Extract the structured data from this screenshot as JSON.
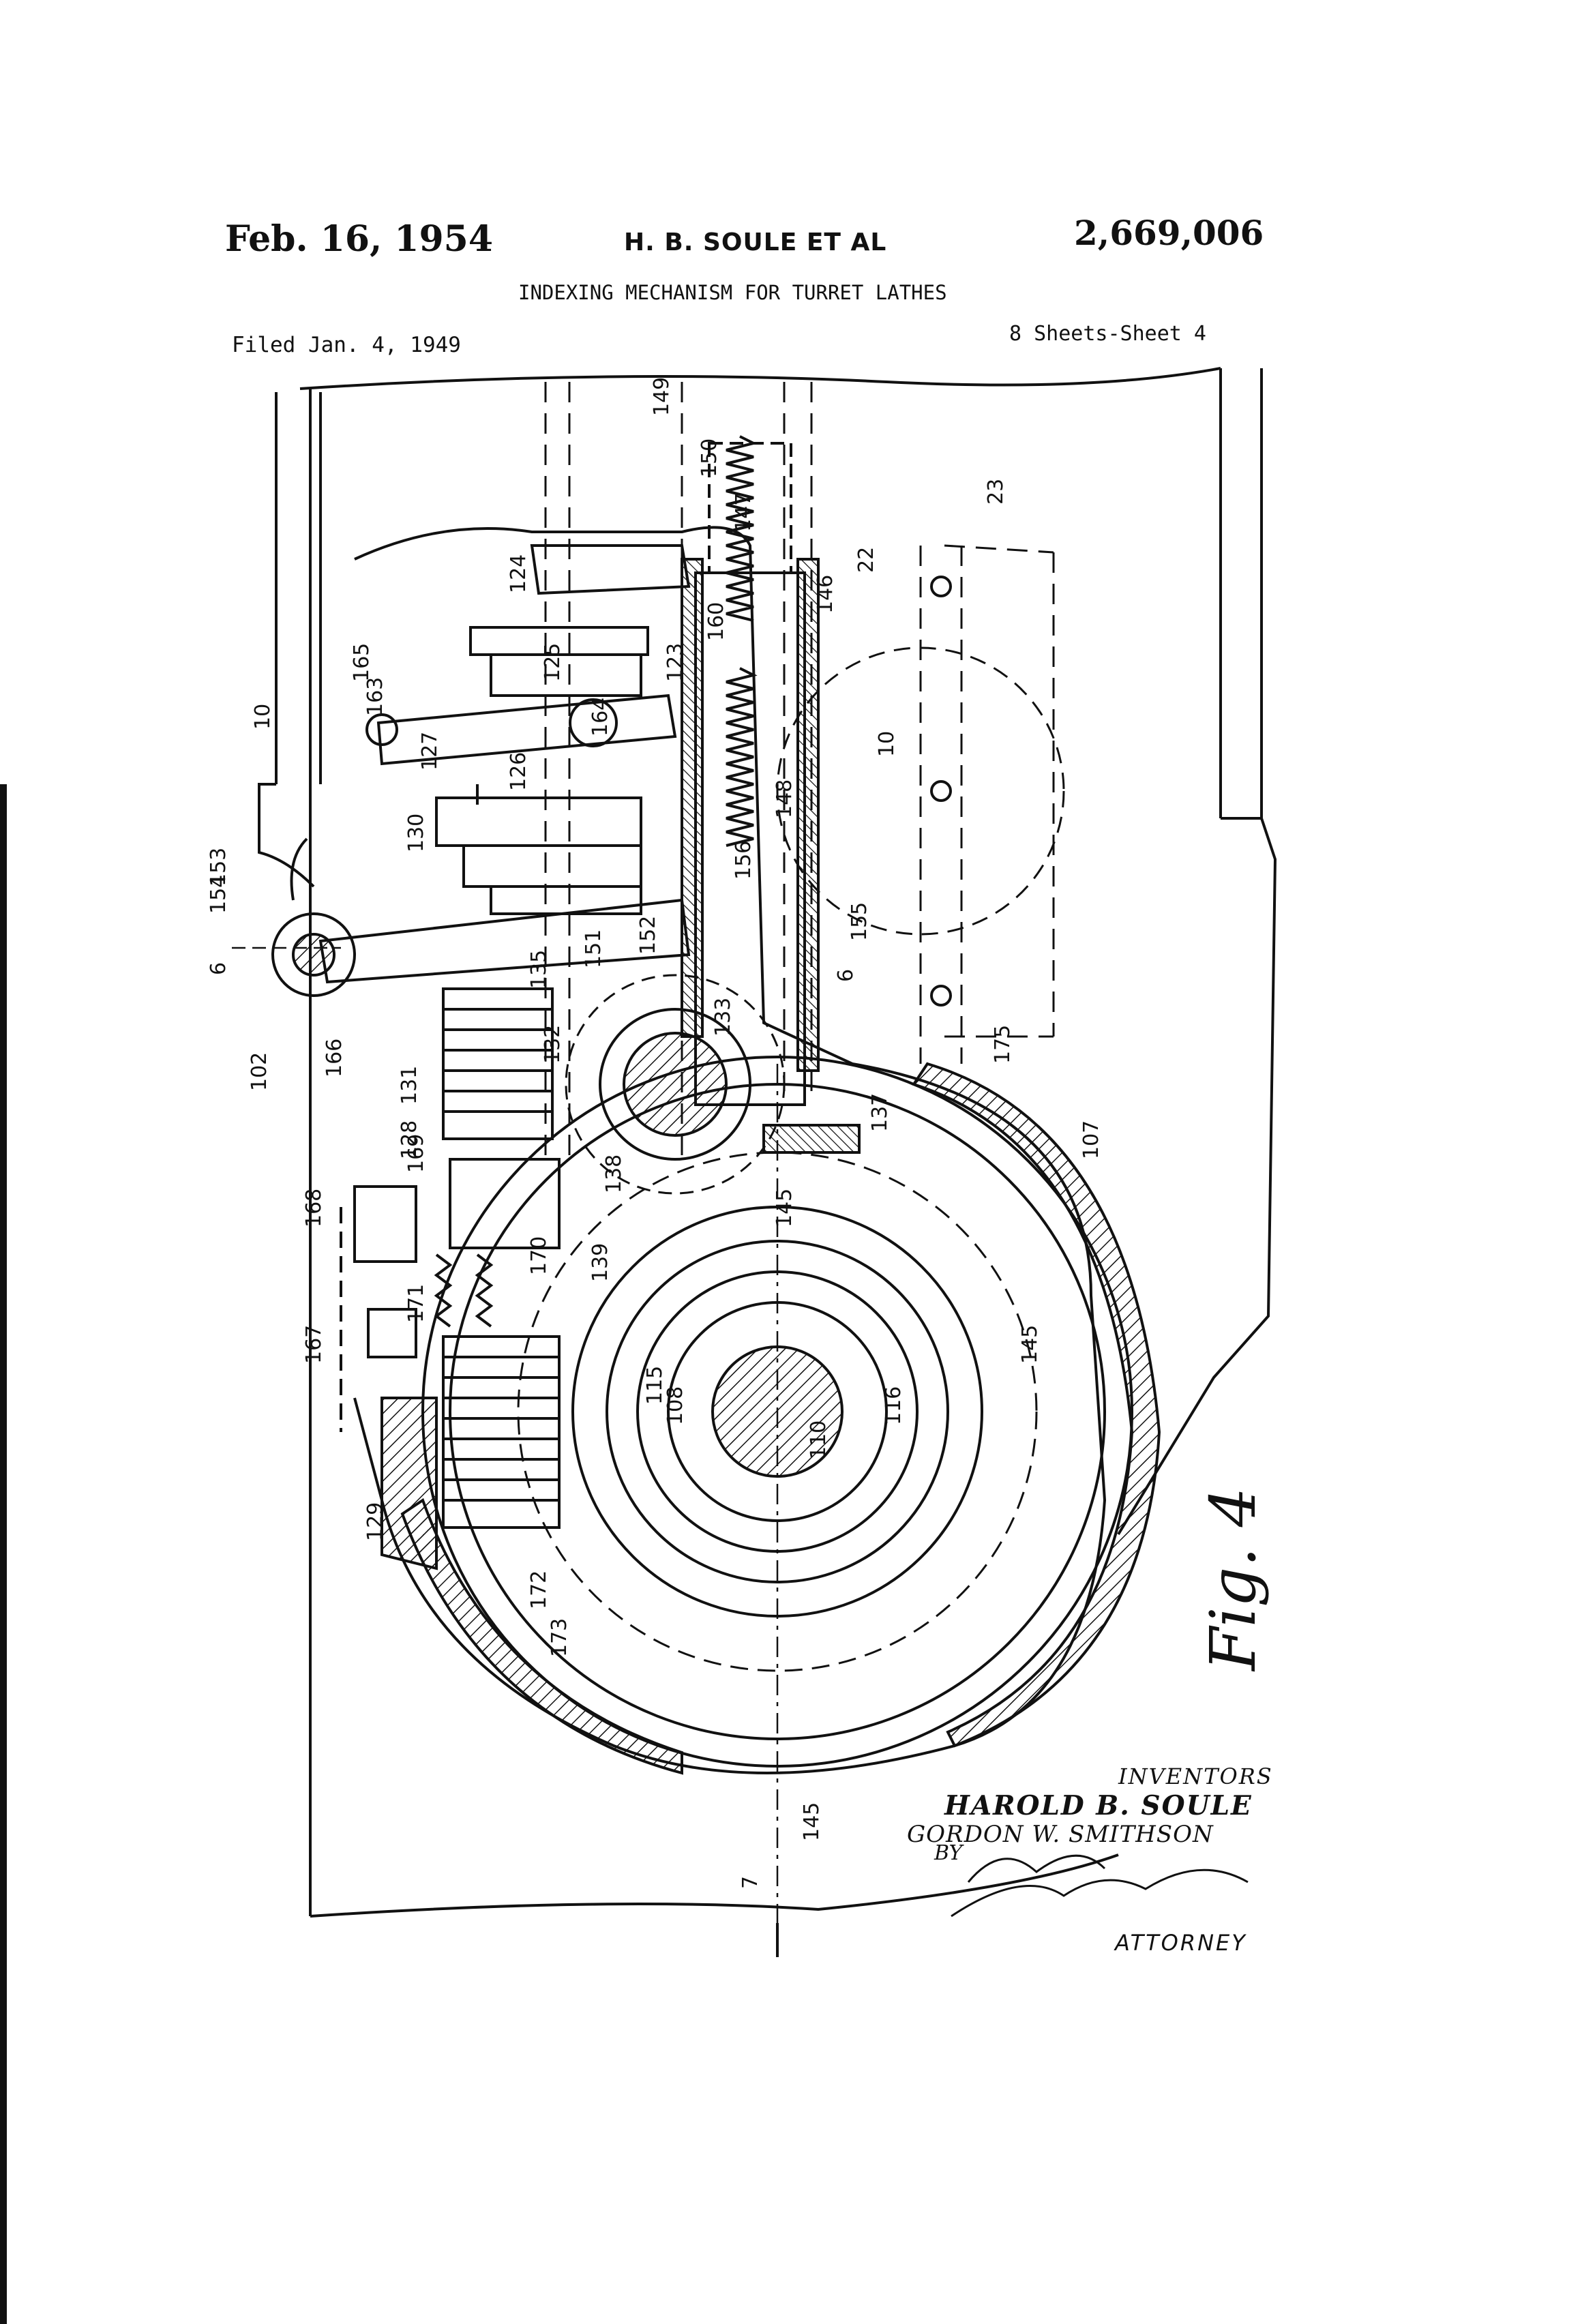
{
  "header": {
    "date": "Feb. 16, 1954",
    "inventors_short": "H. B. SOULE ET AL",
    "patent_number": "2,669,006",
    "title": "INDEXING MECHANISM FOR TURRET LATHES",
    "filed": "Filed Jan. 4, 1949",
    "sheet": "8 Sheets-Sheet 4"
  },
  "figure": {
    "label": "Fig. 4",
    "reference_numerals": [
      "165",
      "163",
      "10",
      "124",
      "125",
      "123",
      "160",
      "147",
      "146",
      "149",
      "150",
      "22",
      "23",
      "10",
      "164",
      "127",
      "126",
      "130",
      "148",
      "156",
      "155",
      "154",
      "153",
      "6",
      "151",
      "152",
      "135",
      "133",
      "6",
      "102",
      "166",
      "131",
      "128",
      "132",
      "137",
      "175",
      "107",
      "138",
      "145",
      "139",
      "169",
      "168",
      "170",
      "171",
      "167",
      "145",
      "115",
      "108",
      "110",
      "116",
      "129",
      "172",
      "173",
      "145",
      "7"
    ]
  },
  "inventors": {
    "heading": "INVENTORS",
    "names": [
      "HAROLD B. SOULE",
      "GORDON W. SMITHSON"
    ],
    "by": "BY",
    "attorney": "ATTORNEY"
  },
  "colors": {
    "ink": "#111111",
    "paper": "#ffffff"
  }
}
